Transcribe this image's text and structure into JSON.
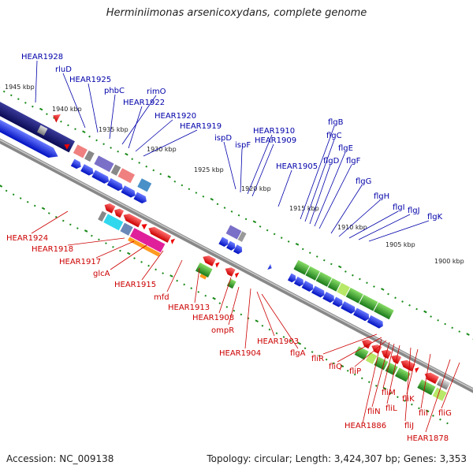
{
  "title": "Herminiimonas arsenicoxydans, complete genome",
  "footer": {
    "accession": "Accession: NC_009138",
    "summary": "Topology: circular; Length: 3,424,307 bp; Genes: 3,353"
  },
  "scale_labels": [
    "1945 kbp",
    "1940 kbp",
    "1935 kbp",
    "1930 kbp",
    "1925 kbp",
    "1920 kbp",
    "1915 kbp",
    "1910 kbp",
    "1905 kbp",
    "1900 kbp"
  ],
  "top_labels": [
    "HEAR1928",
    "rluD",
    "HEAR1925",
    "phbC",
    "rimO",
    "HEAR1922",
    "HEAR1920",
    "HEAR1919",
    "ispD",
    "ispF",
    "HEAR1910",
    "HEAR1909",
    "HEAR1905",
    "flgB",
    "flgC",
    "flgD",
    "flgE",
    "flgF",
    "flgG",
    "flgH",
    "flgI",
    "flgJ",
    "flgK"
  ],
  "bottom_labels": [
    "HEAR1924",
    "HEAR1918",
    "HEAR1917",
    "glcA",
    "HEAR1915",
    "mfd",
    "HEAR1913",
    "HEAR1908",
    "ompR",
    "HEAR1904",
    "HEAR1903",
    "flgA",
    "fliR",
    "fliQ",
    "fliP",
    "fliM",
    "fliL",
    "fliN",
    "fliK",
    "fliJ",
    "fliI",
    "fliG",
    "HEAR1886",
    "HEAR1878"
  ],
  "colors": {
    "top_label": "#0000aa",
    "bottom_label": "#cc0000",
    "forward_cds": "#0022ee",
    "reverse_cds": "#ee0000",
    "backbone": "#888888"
  }
}
